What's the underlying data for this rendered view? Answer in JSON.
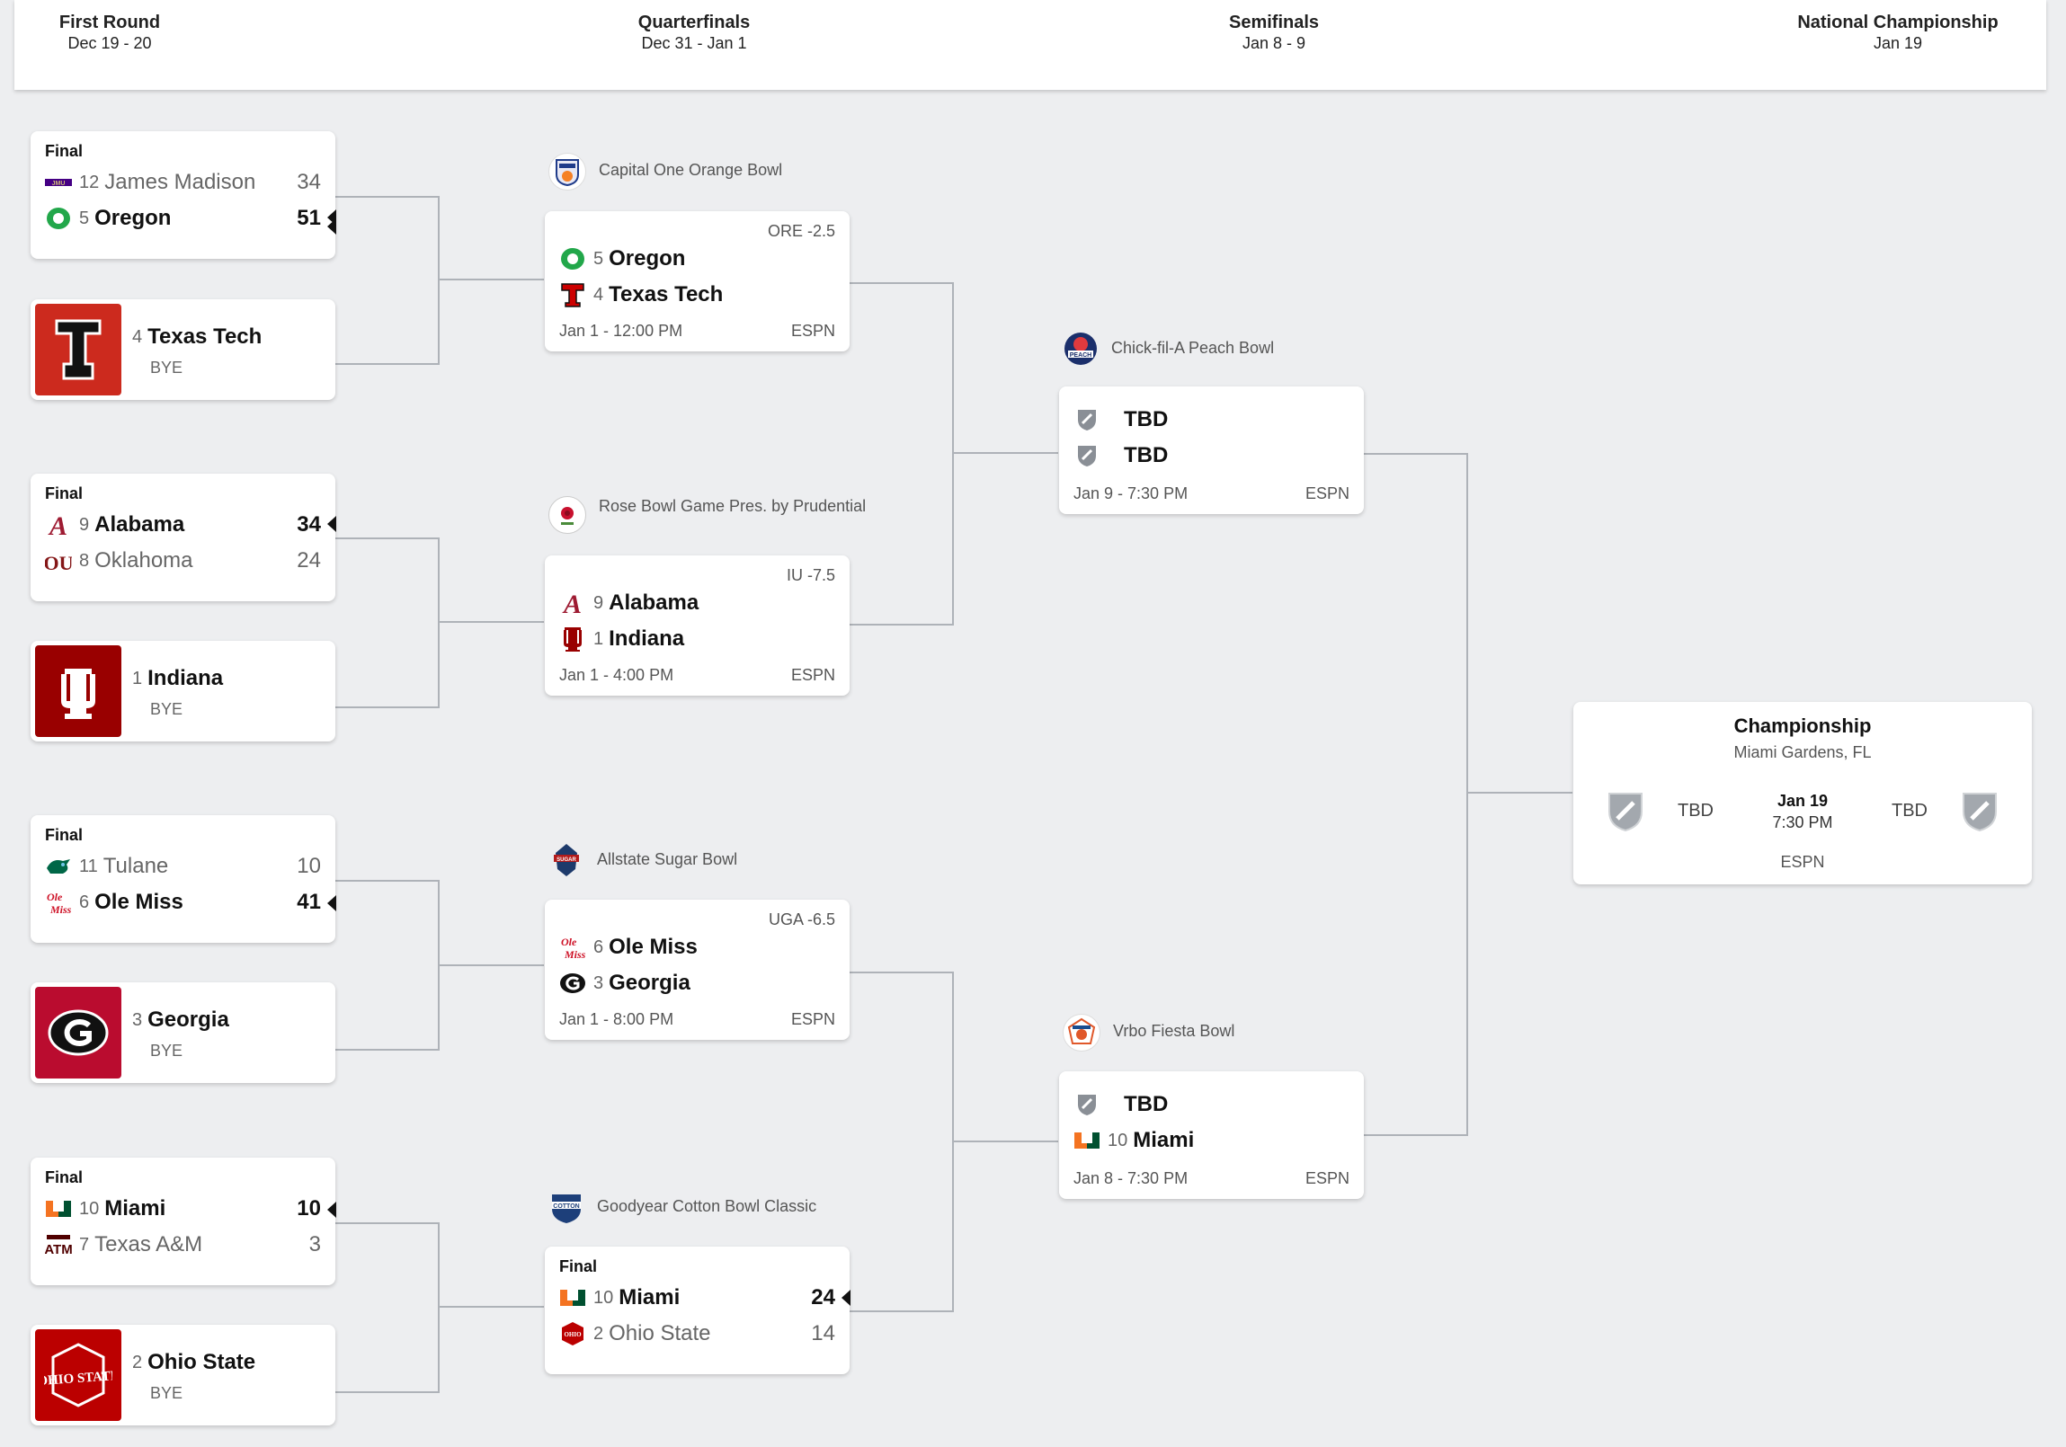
{
  "rounds": [
    {
      "name": "First Round",
      "dates": "Dec 19 - 20"
    },
    {
      "name": "Quarterfinals",
      "dates": "Dec 31 - Jan 1"
    },
    {
      "name": "Semifinals",
      "dates": "Jan 8 - 9"
    },
    {
      "name": "National Championship",
      "dates": "Jan 19"
    }
  ],
  "first_round": [
    {
      "status": "Final",
      "teams": [
        {
          "seed": "12",
          "name": "James Madison",
          "score": "34",
          "logo": "jmu-logo"
        },
        {
          "seed": "5",
          "name": "Oregon",
          "score": "51",
          "logo": "oregon-logo"
        }
      ]
    },
    {
      "status": "Final",
      "teams": [
        {
          "seed": "9",
          "name": "Alabama",
          "score": "34",
          "logo": "alabama-logo"
        },
        {
          "seed": "8",
          "name": "Oklahoma",
          "score": "24",
          "logo": "oklahoma-logo"
        }
      ]
    },
    {
      "status": "Final",
      "teams": [
        {
          "seed": "11",
          "name": "Tulane",
          "score": "10",
          "logo": "tulane-logo"
        },
        {
          "seed": "6",
          "name": "Ole Miss",
          "score": "41",
          "logo": "ole-miss-logo"
        }
      ]
    },
    {
      "status": "Final",
      "teams": [
        {
          "seed": "10",
          "name": "Miami",
          "score": "10",
          "logo": "miami-logo"
        },
        {
          "seed": "7",
          "name": "Texas A&M",
          "score": "3",
          "logo": "texas-am-logo"
        }
      ]
    }
  ],
  "byes": [
    {
      "seed": "4",
      "name": "Texas Tech",
      "label": "BYE",
      "logo": "texas-tech-logo",
      "color": "#cc2a1e"
    },
    {
      "seed": "1",
      "name": "Indiana",
      "label": "BYE",
      "logo": "indiana-logo",
      "color": "#990000"
    },
    {
      "seed": "3",
      "name": "Georgia",
      "label": "BYE",
      "logo": "georgia-logo",
      "color": "#ba0c2f"
    },
    {
      "seed": "2",
      "name": "Ohio State",
      "label": "BYE",
      "logo": "ohio-state-logo",
      "color": "#bb0000"
    }
  ],
  "quarterfinals": [
    {
      "bowl": "Capital One Orange Bowl",
      "odds": "ORE -2.5",
      "teams": [
        {
          "seed": "5",
          "name": "Oregon"
        },
        {
          "seed": "4",
          "name": "Texas Tech"
        }
      ],
      "date": "Jan 1 - 12:00 PM",
      "network": "ESPN"
    },
    {
      "bowl": "Rose Bowl Game Pres. by Prudential",
      "odds": "IU -7.5",
      "teams": [
        {
          "seed": "9",
          "name": "Alabama"
        },
        {
          "seed": "1",
          "name": "Indiana"
        }
      ],
      "date": "Jan 1 - 4:00 PM",
      "network": "ESPN"
    },
    {
      "bowl": "Allstate Sugar Bowl",
      "odds": "UGA -6.5",
      "teams": [
        {
          "seed": "6",
          "name": "Ole Miss"
        },
        {
          "seed": "3",
          "name": "Georgia"
        }
      ],
      "date": "Jan 1 - 8:00 PM",
      "network": "ESPN"
    },
    {
      "bowl": "Goodyear Cotton Bowl Classic",
      "status": "Final",
      "teams": [
        {
          "seed": "10",
          "name": "Miami",
          "score": "24"
        },
        {
          "seed": "2",
          "name": "Ohio State",
          "score": "14"
        }
      ]
    }
  ],
  "semifinals": [
    {
      "bowl": "Chick-fil-A Peach Bowl",
      "teams": [
        {
          "seed": "",
          "name": "TBD"
        },
        {
          "seed": "",
          "name": "TBD"
        }
      ],
      "date": "Jan 9 - 7:30 PM",
      "network": "ESPN"
    },
    {
      "bowl": "Vrbo Fiesta Bowl",
      "teams": [
        {
          "seed": "",
          "name": "TBD"
        },
        {
          "seed": "10",
          "name": "Miami"
        }
      ],
      "date": "Jan 8 - 7:30 PM",
      "network": "ESPN"
    }
  ],
  "championship": {
    "title": "Championship",
    "location": "Miami Gardens, FL",
    "date": "Jan 19",
    "time": "7:30 PM",
    "network": "ESPN",
    "team1": "TBD",
    "team2": "TBD"
  },
  "colors": {
    "oregon": "#154733",
    "oregon_accent": "#22a74a",
    "texas_tech": "#cc0000",
    "alabama": "#9e1b32",
    "indiana": "#990000",
    "oklahoma": "#841617",
    "ole_miss": "#ce1126",
    "georgia": "#ba0c2f",
    "miami_orange": "#f47321",
    "miami_green": "#005030",
    "texas_am": "#500000",
    "ohio_state": "#bb0000",
    "tulane": "#006747",
    "jmu": "#450084"
  }
}
